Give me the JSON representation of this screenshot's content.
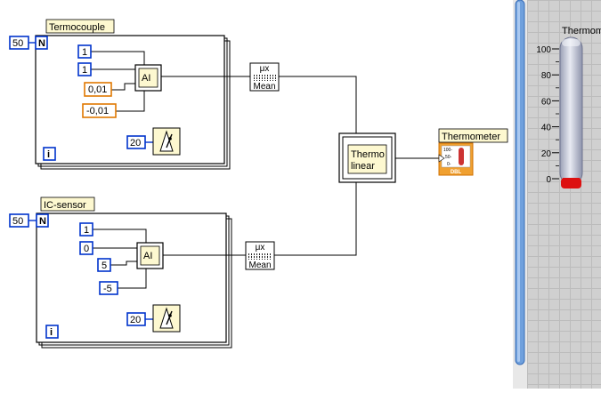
{
  "loops": [
    {
      "label": "Termocouple",
      "count": "50",
      "count_terminal": "N",
      "iteration_terminal": "i",
      "inputs": [
        "1",
        "1",
        "0,01",
        "-0,01"
      ],
      "subvi": "AI",
      "wait": "20"
    },
    {
      "label": "IC-sensor",
      "count": "50",
      "count_terminal": "N",
      "iteration_terminal": "i",
      "inputs": [
        "1",
        "0",
        "5",
        "-5"
      ],
      "subvi": "AI",
      "wait": "20"
    }
  ],
  "mean_nodes": [
    {
      "symbol": "μx",
      "label": "Mean"
    },
    {
      "symbol": "μx",
      "label": "Mean"
    }
  ],
  "thermo_node": {
    "line1": "Thermo",
    "line2": "linear"
  },
  "thermometer_terminal": {
    "label": "Thermometer",
    "ticks": [
      "100-",
      "50-",
      "0-"
    ],
    "type": "DBL"
  },
  "front_panel": {
    "title": "Thermometer",
    "ticks": [
      "100",
      "80",
      "60",
      "40",
      "20",
      "0"
    ],
    "value": 0,
    "min": 0,
    "max": 100
  },
  "colors": {
    "wire": "#000000",
    "int_const": "#0033cc",
    "dbl_const": "#e07800",
    "bulb": "#dd1111"
  }
}
